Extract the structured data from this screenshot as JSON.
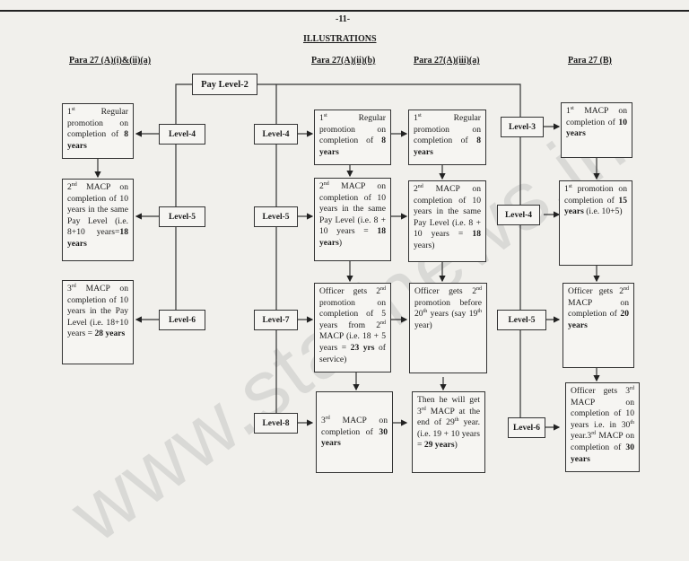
{
  "page_number": "-11-",
  "title": "ILLUSTRATIONS",
  "watermark": "www.staffnews.in",
  "para_headings": [
    "Para 27 (A)(i)&(ii)(a)",
    "Para 27(A)(ii)(b)",
    "Para 27(A)(iii)(a)",
    "Para 27 (B)"
  ],
  "root": "Pay Level-2",
  "columns": [
    {
      "levels": [
        "Level-4",
        "Level-5",
        "Level-6"
      ],
      "boxes": [
        [
          {
            "t": "1"
          },
          {
            "t": "st",
            "sup": true
          },
          {
            "t": " Regular promotion on completion of "
          },
          {
            "t": "8 years",
            "b": true
          }
        ],
        [
          {
            "t": "2"
          },
          {
            "t": "nd",
            "sup": true
          },
          {
            "t": " MACP on completion of 10 years in the same Pay Level (i.e. 8+10 years="
          },
          {
            "t": "18 years",
            "b": true
          }
        ],
        [
          {
            "t": "3"
          },
          {
            "t": "rd",
            "sup": true
          },
          {
            "t": " MACP on completion of 10 years in the Pay Level (i.e. 18+10 years = "
          },
          {
            "t": "28 years",
            "b": true
          }
        ]
      ]
    },
    {
      "levels": [
        "Level-4",
        "Level-5",
        "Level-7",
        "Level-8"
      ],
      "boxes": [
        [
          {
            "t": "1"
          },
          {
            "t": "st",
            "sup": true
          },
          {
            "t": " Regular promotion on completion of "
          },
          {
            "t": "8 years",
            "b": true
          }
        ],
        [
          {
            "t": "2"
          },
          {
            "t": "nd",
            "sup": true
          },
          {
            "t": " MACP on completion of 10 years in the same Pay Level (i.e. 8 + 10 years = "
          },
          {
            "t": "18 years",
            "b": true
          },
          {
            "t": ")"
          }
        ],
        [
          {
            "t": "Officer gets 2"
          },
          {
            "t": "nd",
            "sup": true
          },
          {
            "t": " promotion on completion of 5 years from 2"
          },
          {
            "t": "nd",
            "sup": true
          },
          {
            "t": " MACP (i.e. 18 + 5 years = "
          },
          {
            "t": "23 yrs",
            "b": true
          },
          {
            "t": " of service)"
          }
        ],
        [
          {
            "t": "3"
          },
          {
            "t": "rd",
            "sup": true
          },
          {
            "t": " MACP on completion of "
          },
          {
            "t": "30 years",
            "b": true
          }
        ]
      ]
    },
    {
      "levels": [],
      "boxes": [
        [
          {
            "t": "1"
          },
          {
            "t": "st",
            "sup": true
          },
          {
            "t": " Regular promotion on completion of "
          },
          {
            "t": "8 years",
            "b": true
          }
        ],
        [
          {
            "t": "2"
          },
          {
            "t": "nd",
            "sup": true
          },
          {
            "t": " MACP on completion of 10 years in the same Pay Level (i.e. 8 + 10 years = "
          },
          {
            "t": "18",
            "b": true
          },
          {
            "t": " years)"
          }
        ],
        [
          {
            "t": "Officer gets 2"
          },
          {
            "t": "nd",
            "sup": true
          },
          {
            "t": " promotion before 20"
          },
          {
            "t": "th",
            "sup": true
          },
          {
            "t": " years (say 19"
          },
          {
            "t": "th",
            "sup": true
          },
          {
            "t": " year)"
          }
        ],
        [
          {
            "t": "Then he will get 3"
          },
          {
            "t": "rd",
            "sup": true
          },
          {
            "t": " MACP at the end of 29"
          },
          {
            "t": "th",
            "sup": true
          },
          {
            "t": " year.(i.e. 19 + 10 years = "
          },
          {
            "t": "29 years",
            "b": true
          },
          {
            "t": ")"
          }
        ]
      ]
    },
    {
      "levels": [
        "Level-3",
        "Level-4",
        "Level-5",
        "Level-6"
      ],
      "boxes": [
        [
          {
            "t": "1"
          },
          {
            "t": "st",
            "sup": true
          },
          {
            "t": " MACP on completion of "
          },
          {
            "t": "10 years",
            "b": true
          }
        ],
        [
          {
            "t": "1"
          },
          {
            "t": "st",
            "sup": true
          },
          {
            "t": " promotion on completion of "
          },
          {
            "t": "15 years",
            "b": true
          },
          {
            "t": " (i.e. 10+5)"
          }
        ],
        [
          {
            "t": "Officer gets 2"
          },
          {
            "t": "nd",
            "sup": true
          },
          {
            "t": " MACP on completion of "
          },
          {
            "t": "20 years",
            "b": true
          }
        ],
        [
          {
            "t": "Officer gets 3"
          },
          {
            "t": "rd",
            "sup": true
          },
          {
            "t": " MACP on completion of 10 years i.e. in 30"
          },
          {
            "t": "th",
            "sup": true
          },
          {
            "t": " year.3"
          },
          {
            "t": "rd",
            "sup": true
          },
          {
            "t": " MACP on completion of "
          },
          {
            "t": "30 years",
            "b": true
          }
        ]
      ]
    }
  ]
}
